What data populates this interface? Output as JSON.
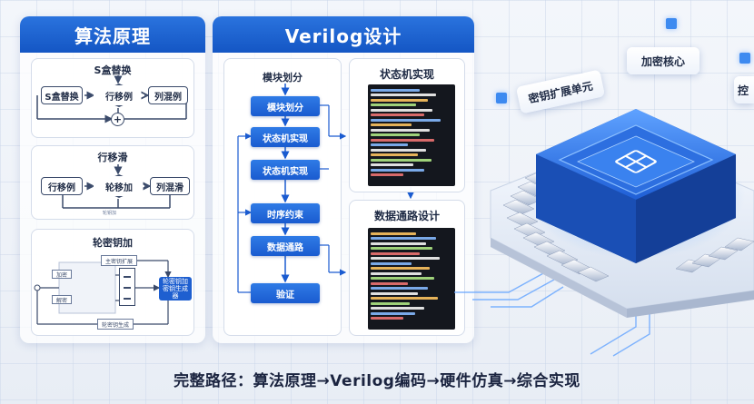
{
  "algorithm_panel": {
    "title": "算法原理",
    "sbox_section": {
      "title": "S盒替换",
      "box_left": "S盒替换",
      "diamond": "行移例",
      "box_right": "列混例",
      "plus_symbol": "+"
    },
    "shift_section": {
      "title": "行移滑",
      "box_left": "行移例",
      "diamond": "轮移加",
      "box_right": "列混滑",
      "footnote": "轮钥加"
    },
    "key_section": {
      "title": "轮密钥加",
      "top_label": "主密钥扩展",
      "left_a": "加密",
      "left_b": "解密",
      "right_box": "轮密钥加 密钥生成器",
      "bottom_label": "轮密钥生成"
    }
  },
  "verilog_panel": {
    "title": "Verilog设计",
    "flow_title": "模块划分",
    "flow_steps": [
      "模块划分",
      "状态机实现",
      "状态机实现",
      "时序约束",
      "数据通路",
      "验证"
    ],
    "fsm_card_title": "状态机实现",
    "datapath_card_title": "数据通路设计"
  },
  "chip_visual": {
    "tag_left": "密钥扩展单元",
    "tag_top": "加密核心",
    "tag_right": "控"
  },
  "caption": "完整路径：算法原理→Verilog编码→硬件仿真→综合实现",
  "colors": {
    "accent": "#1a5bd0",
    "header_gradient_top": "#2a73de",
    "code_bg": "#14171e"
  }
}
